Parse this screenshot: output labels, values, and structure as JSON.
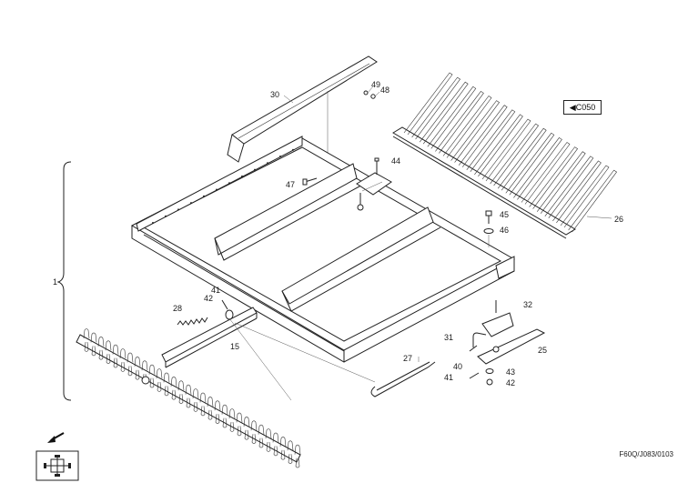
{
  "drawing_code": "F60Q/J083/0103",
  "reference_tag": "C050",
  "part_labels": {
    "p1": "1",
    "p15": "15",
    "p25": "25",
    "p26": "26",
    "p27": "27",
    "p28": "28",
    "p30": "30",
    "p31": "31",
    "p32": "32",
    "p40": "40",
    "p41a": "41",
    "p41b": "41",
    "p42a": "42",
    "p42b": "42",
    "p43": "43",
    "p44": "44",
    "p45": "45",
    "p46": "46",
    "p47": "47",
    "p48": "48",
    "p49": "49"
  },
  "icons": [
    "direction-arrow-icon",
    "machine-location-icon"
  ]
}
